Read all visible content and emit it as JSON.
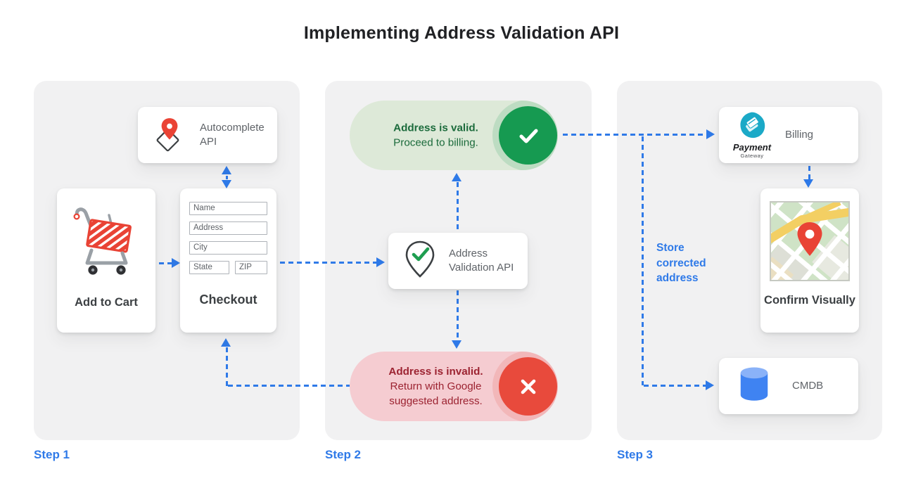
{
  "title": "Implementing Address Validation API",
  "colors": {
    "accent_blue": "#2f7ae8",
    "panel_gray": "#f1f1f2",
    "success_green": "#169a51",
    "valid_pill_bg": "#dde9d8",
    "valid_text": "#1c6b3c",
    "error_red": "#e84a3c",
    "invalid_pill_bg": "#f5ccd1",
    "invalid_text": "#9c2331",
    "pin_red": "#ea4335",
    "logo_teal": "#1ba9c7",
    "database_blue": "#3f83f2"
  },
  "step_labels": [
    {
      "label": "Step 1"
    },
    {
      "label": "Step 2"
    },
    {
      "label": "Step 3"
    }
  ],
  "step1": {
    "autocomplete_card": {
      "label": "Autocomplete API",
      "icon": "map-diamond-pin-icon"
    },
    "add_to_cart_card": {
      "label": "Add to Cart",
      "icon": "shopping-cart-icon"
    },
    "checkout_card": {
      "label": "Checkout",
      "fields": [
        "Name",
        "Address",
        "City",
        "State",
        "ZIP"
      ]
    }
  },
  "step2": {
    "valid_pill": {
      "title": "Address is valid.",
      "subtitle": "Proceed to billing.",
      "icon": "check-icon"
    },
    "validation_card": {
      "label": "Address Validation API",
      "icon": "pin-check-icon"
    },
    "invalid_pill": {
      "title": "Address is invalid.",
      "subtitle": "Return with Google suggested address.",
      "icon": "x-icon"
    }
  },
  "step3": {
    "billing_card": {
      "label": "Billing",
      "logo_title": "Payment",
      "logo_subtitle": "Gateway",
      "icon": "payment-gateway-logo"
    },
    "confirm_card": {
      "label": "Confirm Visually",
      "icon": "map-preview-image"
    },
    "cmdb_card": {
      "label": "CMDB",
      "icon": "database-icon"
    },
    "store_note": "Store corrected address"
  }
}
